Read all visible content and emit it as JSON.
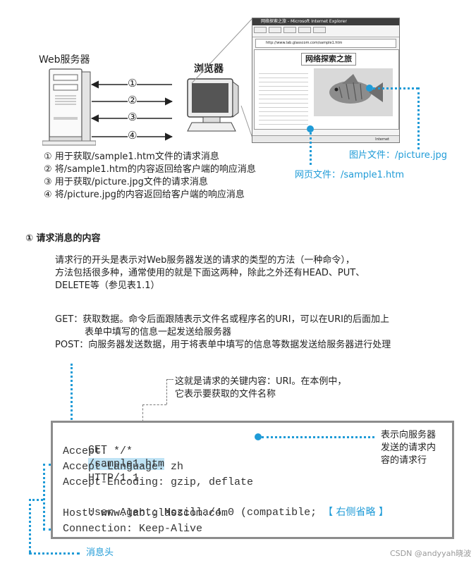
{
  "server": {
    "label": "Web服务器"
  },
  "client": {
    "label": "浏览器"
  },
  "arrows": [
    "①",
    "②",
    "③",
    "④"
  ],
  "legend": [
    "① 用于获取/sample1.htm文件的请求消息",
    "② 将/sample1.htm的内容返回给客户端的响应消息",
    "③ 用于获取/picture.jpg文件的请求消息",
    "④ 将/picture.jpg的内容返回给客户端的响应消息"
  ],
  "browser_window": {
    "title": "网络探索之旅 - Microsoft Internet Explorer",
    "address": "http://www.lab.glasscom.com/sample1.htm",
    "page_title": "网络探索之旅",
    "status": "Internet"
  },
  "callouts": {
    "image_file": "图片文件：/picture.jpg",
    "page_file": "网页文件：/sample1.htm"
  },
  "section": {
    "heading": "① 请求消息的内容",
    "para": [
      "请求行的开头是表示对Web服务器发送的请求的类型的方法（一种命令），",
      "方法包括很多种，通常使用的就是下面这两种，除此之外还有HEAD、PUT、",
      "DELETE等（参见表1.1）"
    ],
    "get_line1": "GET：获取数据。命令后面跟随表示文件名或程序名的URI，可以在URI的后面加上",
    "get_line2": "表单中填写的信息一起发送给服务器",
    "post_line": "POST：向服务器发送数据，用于将表单中填写的信息等数据发送给服务器进行处理"
  },
  "uri_note": [
    "这就是请求的关键内容：URI。在本例中，",
    "它表示要获取的文件名称"
  ],
  "request": {
    "method": "GET",
    "uri": "/sample1.htm",
    "version": "HTTP/1.1",
    "headers": [
      "Accept: */*",
      "Accept-Language: zh",
      "Accept-Encoding: gzip, deflate",
      "User-Agent: Mozilla/4.0 (compatible;",
      "Host: www.lab.glasscom.com",
      "Connection: Keep-Alive"
    ],
    "omitted": "【 右侧省略 】"
  },
  "request_line_note": [
    "表示向服务器",
    "发送的请求内",
    "容的请求行"
  ],
  "header_label": "消息头",
  "watermark": "CSDN @andyyah晓波",
  "colors": {
    "accent": "#1f9bd7",
    "highlight": "#bfe3f5",
    "box_border": "#8c8c8c"
  }
}
